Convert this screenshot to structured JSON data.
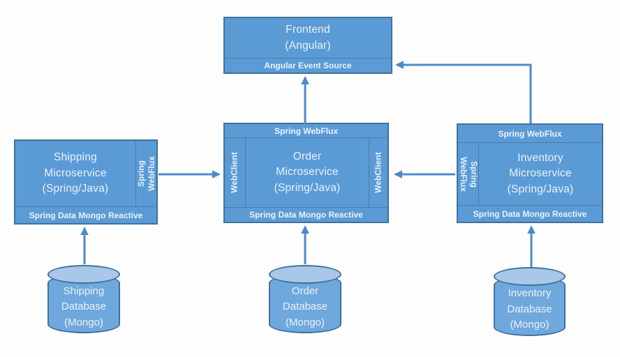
{
  "diagram_title": "Reactive microservices architecture diagram",
  "colors": {
    "box_fill": "#5b9bd5",
    "box_border": "#41719c",
    "divider": "#4a7bb0",
    "cylinder_fill": "#6fa8dc",
    "cylinder_top": "#a9c7e9",
    "arrow": "#4e8ac8",
    "text": "#e9f2fb",
    "background": "#fefefe"
  },
  "frontend": {
    "title": "Frontend\n(Angular)",
    "event_source_label": "Angular Event Source"
  },
  "shipping_service": {
    "title": "Shipping\nMicroservice\n(Spring/Java)",
    "webflux_side_label": "Spring\nWebFlux",
    "mongo_label": "Spring Data Mongo Reactive"
  },
  "order_service": {
    "title": "Order\nMicroservice\n(Spring/Java)",
    "webflux_top_label": "Spring WebFlux",
    "webclient_left_label": "WebClient",
    "webclient_right_label": "WebClient",
    "mongo_label": "Spring Data Mongo Reactive"
  },
  "inventory_service": {
    "title": "Inventory\nMicroservice\n(Spring/Java)",
    "webflux_top_label": "Spring WebFlux",
    "webflux_side_label": "Spring\nWebFlux",
    "mongo_label": "Spring Data Mongo Reactive"
  },
  "databases": {
    "shipping": "Shipping\nDatabase\n(Mongo)",
    "order": "Order\nDatabase\n(Mongo)",
    "inventory": "Inventory\nDatabase\n(Mongo)"
  }
}
